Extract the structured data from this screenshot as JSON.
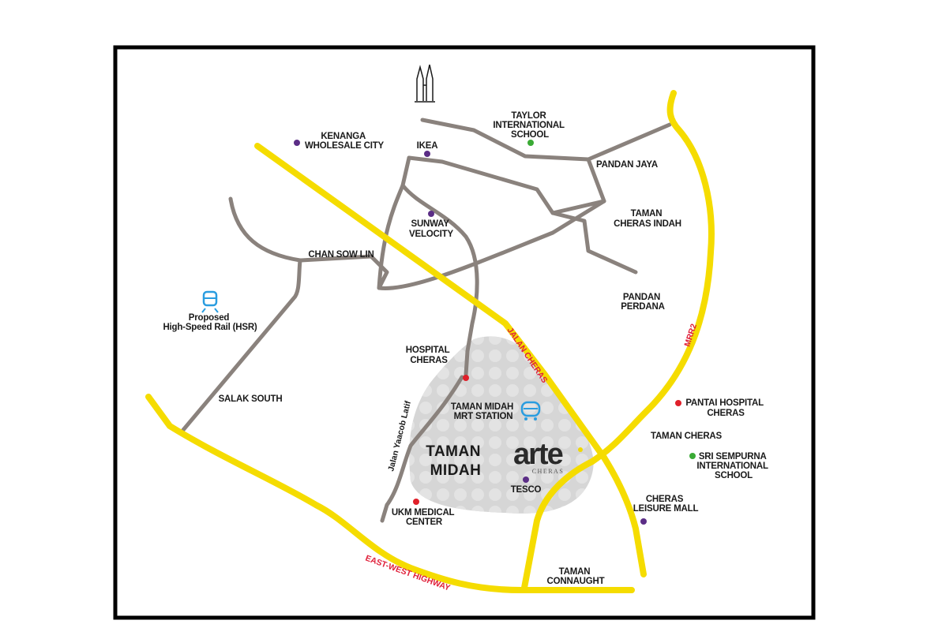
{
  "map": {
    "area_label_line1": "TAMAN",
    "area_label_line2": "MIDAH",
    "brand": {
      "logo_text": "arte",
      "logo_sub": "CHERAS",
      "accent": "#f0d800"
    },
    "colors": {
      "highway": "#f5dc00",
      "road": "#8a827d",
      "area_fill": "#d7d7d7",
      "frame": "#000000",
      "poi_purple": "#5b2d86",
      "poi_green": "#3aaa35",
      "poi_red": "#e0202a",
      "transit_blue": "#2a9de0",
      "road_label": "#e0203a"
    },
    "road_labels": {
      "jalan_cheras": "JALAN CHERAS",
      "mrr2": "MRR2",
      "east_west": "EAST-WEST HIGHWAY",
      "jalan_yaacob": "Jalan Yaacob Latif"
    },
    "places": {
      "taylor": [
        "TAYLOR",
        "INTERNATIONAL",
        "SCHOOL"
      ],
      "kenanga": [
        "KENANGA",
        "WHOLESALE CITY"
      ],
      "ikea": [
        "IKEA"
      ],
      "pandan_jaya": [
        "PANDAN JAYA"
      ],
      "taman_cheras_indah": [
        "TAMAN",
        "CHERAS INDAH"
      ],
      "sunway": [
        "SUNWAY",
        "VELOCITY"
      ],
      "chan_sow_lin": [
        "CHAN SOW LIN"
      ],
      "pandan_perdana": [
        "PANDAN",
        "PERDANA"
      ],
      "hsr": [
        "Proposed",
        "High-Speed Rail (HSR)"
      ],
      "hospital_cheras": [
        "HOSPITAL",
        "CHERAS"
      ],
      "salak_south": [
        "SALAK SOUTH"
      ],
      "mrt": [
        "TAMAN MIDAH",
        "MRT STATION"
      ],
      "pantai": [
        "PANTAI HOSPITAL",
        "CHERAS"
      ],
      "taman_cheras": [
        "TAMAN CHERAS"
      ],
      "sri_sempurna": [
        "SRI SEMPURNA",
        "INTERNATIONAL",
        "SCHOOL"
      ],
      "tesco": [
        "TESCO"
      ],
      "leisure_mall": [
        "CHERAS",
        "LEISURE MALL"
      ],
      "ukm": [
        "UKM MEDICAL",
        "CENTER"
      ],
      "taman_connaught": [
        "TAMAN",
        "CONNAUGHT"
      ]
    },
    "icons": {
      "landmark": "twin-towers-icon",
      "rail": "train-icon",
      "bus": "bus-icon"
    }
  }
}
